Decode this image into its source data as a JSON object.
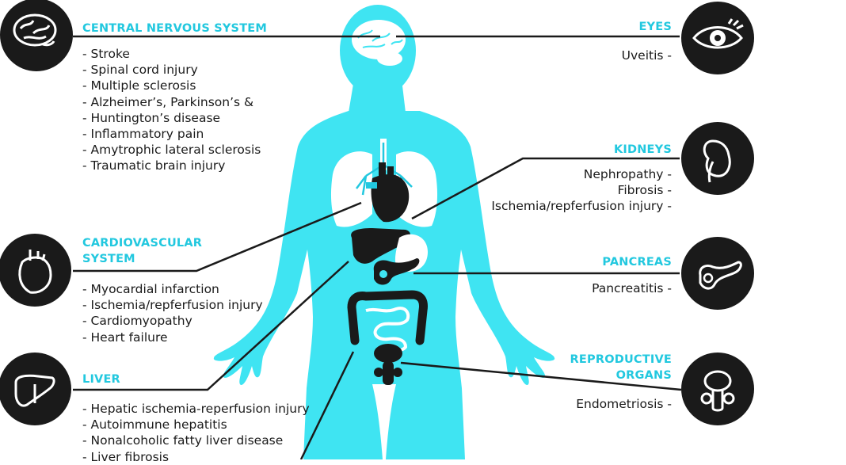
{
  "colors": {
    "accent": "#22c8df",
    "body": "#3fe4f2",
    "organ": "#1a1a1a",
    "lung": "#ffffff",
    "circle": "#1a1a1a"
  },
  "sections": {
    "cns": {
      "icon": "brain-icon",
      "title": [
        "CENTRAL NERVOUS SYSTEM"
      ],
      "items": [
        "- Stroke",
        "- Spinal cord injury",
        "- Multiple sclerosis",
        "- Alzheimer’s, Parkinson’s &",
        "- Huntington’s disease",
        "- Inflammatory pain",
        "- Amytrophic lateral sclerosis",
        "- Traumatic brain injury"
      ]
    },
    "cardio": {
      "icon": "heart-icon",
      "title": [
        "CARDIOVASCULAR",
        "SYSTEM"
      ],
      "items": [
        "- Myocardial infarction",
        "- Ischemia/repferfusion injury",
        "- Cardiomyopathy",
        "- Heart failure"
      ]
    },
    "liver": {
      "icon": "liver-icon",
      "title": [
        "LIVER"
      ],
      "items": [
        "- Hepatic ischemia-reperfusion injury",
        "- Autoimmune hepatitis",
        "- Nonalcoholic fatty liver disease",
        "- Liver fibrosis"
      ]
    },
    "eyes": {
      "icon": "eye-icon",
      "title": [
        "EYES"
      ],
      "items": [
        "Uveitis -"
      ]
    },
    "kidneys": {
      "icon": "kidney-icon",
      "title": [
        "KIDNEYS"
      ],
      "items": [
        "Nephropathy -",
        "Fibrosis -",
        "Ischemia/repferfusion injury -"
      ]
    },
    "pancreas": {
      "icon": "pancreas-icon",
      "title": [
        "PANCREAS"
      ],
      "items": [
        "Pancreatitis -"
      ]
    },
    "repro": {
      "icon": "reproductive-organs-icon",
      "title": [
        "REPRODUCTIVE",
        "ORGANS"
      ],
      "items": [
        "Endometriosis -"
      ]
    }
  }
}
